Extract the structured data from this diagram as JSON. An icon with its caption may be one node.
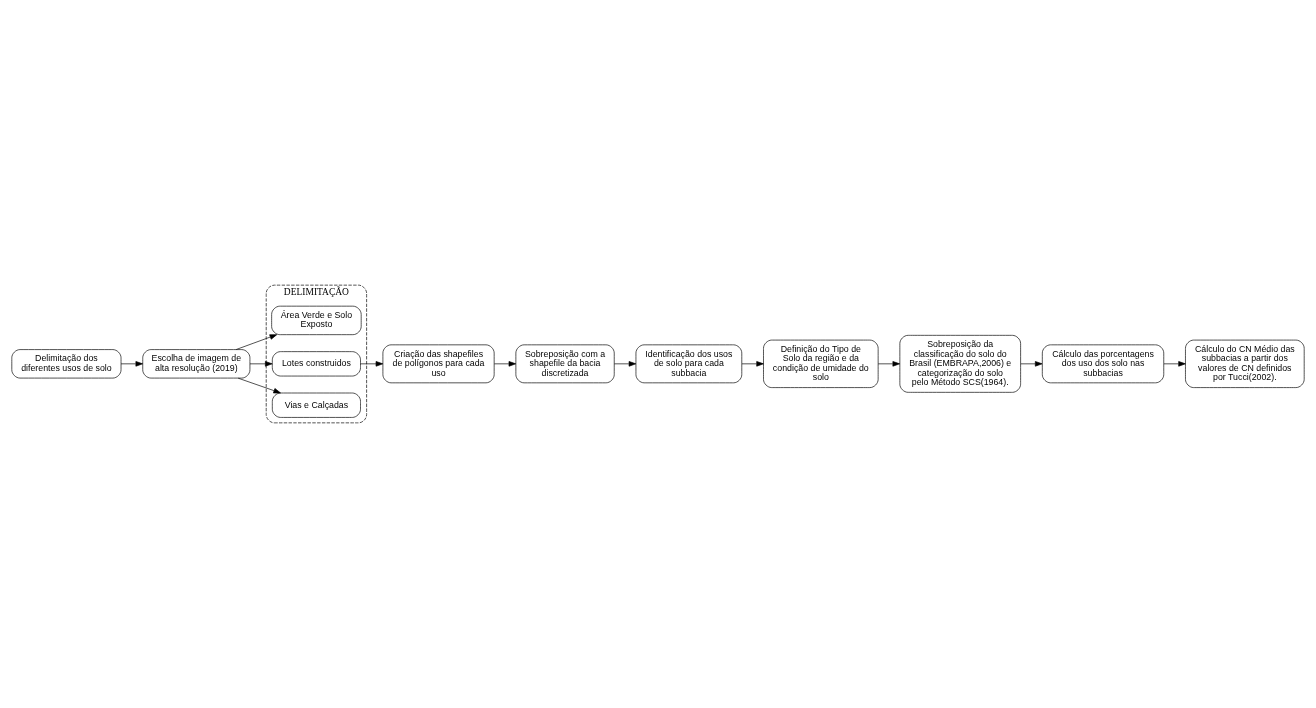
{
  "diagram": {
    "nodes": [
      {
        "text": [
          "Delimitação dos diferentes usos de solo"
        ]
      },
      {
        "text": [
          "Escolha de imagem de alta resolução (2019)"
        ]
      },
      {
        "text": [
          "DELIMITAÇÃO"
        ]
      },
      {
        "text": [
          "Área Verde e Solo Exposto"
        ],
        "in": 2
      },
      {
        "text": [
          "Lotes construidos"
        ],
        "in": 2
      },
      {
        "text": [
          "Vias e Calçadas"
        ],
        "in": 2
      },
      {
        "text": [
          "Criação das shapefiles de polígonos para cada uso"
        ]
      },
      {
        "text": [
          "Sobreposição com a shapefile da bacia discretizada"
        ]
      },
      {
        "text": [
          "Identificação dos usos de solo para cada subbacia"
        ]
      },
      {
        "text": [
          "Definição do Tipo de Solo da região e da condição de umidade do solo"
        ]
      },
      {
        "text": [
          "Sobreposição da classificação do solo do Brasil (EMBRAPA,2006) e categorização do solo pelo Método SCS(1964)."
        ]
      },
      {
        "text": [
          "Cálculo das porcentagens dos uso dos solo nas subbacias"
        ]
      },
      {
        "text": [
          "Cálculo do CN Médio das subbacias a partir dos valores de CN definidos por Tucci(2002)."
        ]
      }
    ],
    "edges": [
      {
        "from": 0,
        "to": 1,
        "arrow": "to"
      },
      {
        "from": 1,
        "to": 3,
        "arrow": "to"
      },
      {
        "from": 1,
        "to": 4,
        "arrow": "to"
      },
      {
        "from": 1,
        "to": 5,
        "arrow": "to"
      },
      {
        "from": 4,
        "to": 6,
        "arrow": "to"
      },
      {
        "from": 6,
        "to": 7,
        "arrow": "to"
      },
      {
        "from": 7,
        "to": 8,
        "arrow": "to"
      },
      {
        "from": 8,
        "to": 9,
        "arrow": "to"
      },
      {
        "from": 9,
        "to": 10,
        "arrow": "to"
      },
      {
        "from": 10,
        "to": 11,
        "arrow": "to"
      },
      {
        "from": 11,
        "to": 12,
        "arrow": "to"
      }
    ]
  }
}
